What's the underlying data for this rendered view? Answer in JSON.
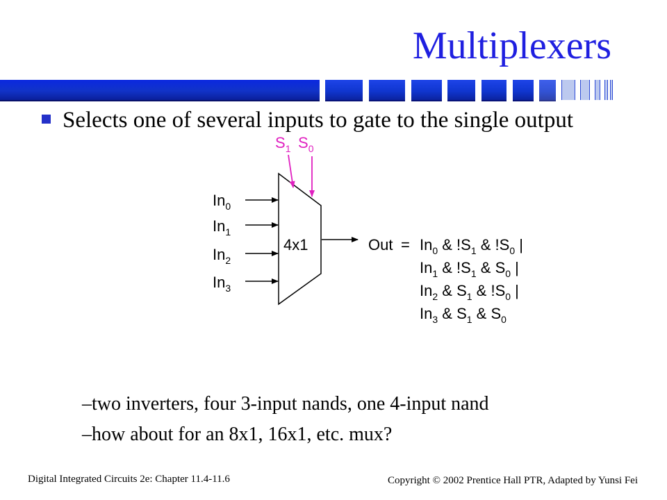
{
  "slide": {
    "title": "Multiplexers",
    "bullet": "Selects one of several inputs to gate to the single output",
    "sub_bullets": [
      "two inverters, four 3-input nands, one 4-input nand",
      "how about for an 8x1, 16x1, etc. mux?"
    ],
    "sub_bullet_marker": "–"
  },
  "diagram": {
    "mux_label": "4x1",
    "inputs": [
      {
        "base": "In",
        "sub": "0"
      },
      {
        "base": "In",
        "sub": "1"
      },
      {
        "base": "In",
        "sub": "2"
      },
      {
        "base": "In",
        "sub": "3"
      }
    ],
    "selects": [
      {
        "base": "S",
        "sub": "1"
      },
      {
        "base": "S",
        "sub": "0"
      }
    ],
    "select_color": "#e020c0",
    "output": {
      "lhs": "Out",
      "eq": "=",
      "lines": [
        {
          "parts": [
            "In",
            "0",
            " & !",
            "S",
            "1",
            " & !",
            "S",
            "0",
            " |"
          ]
        },
        {
          "parts": [
            "In",
            "1",
            " & !",
            "S",
            "1",
            " & ",
            "S",
            "0",
            " |"
          ]
        },
        {
          "parts": [
            "In",
            "2",
            " & ",
            "S",
            "1",
            " & !",
            "S",
            "0",
            " |"
          ]
        },
        {
          "parts": [
            "In",
            "3",
            " & ",
            "S",
            "1",
            " & ",
            "S",
            "0",
            ""
          ]
        }
      ]
    }
  },
  "footer": {
    "left": "Digital Integrated Circuits 2e: Chapter 11.4-11.6",
    "right_prefix": "Copyright",
    "copyright_symbol": "©",
    "right_suffix": "2002 Prentice Hall PTR, Adapted by Yunsi Fei"
  },
  "colors": {
    "title": "#1f1fe0",
    "bar": "#1036d0",
    "bullet": "#2431c9",
    "select": "#e020c0"
  }
}
